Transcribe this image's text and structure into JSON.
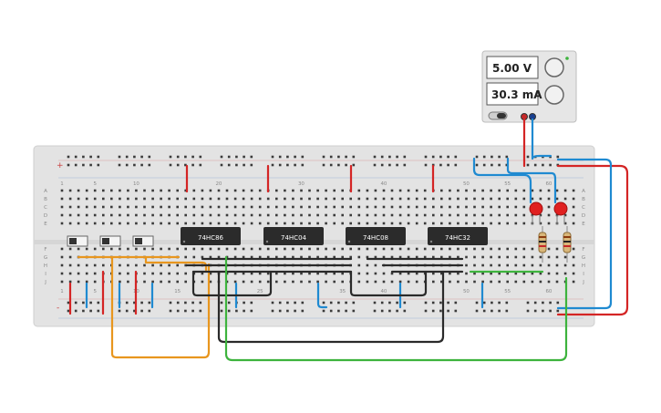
{
  "power_supply": {
    "voltage": "5.00 V",
    "current": "30.3 mA"
  },
  "chips": [
    {
      "label": "74HC86"
    },
    {
      "label": "74HC04"
    },
    {
      "label": "74HC08"
    },
    {
      "label": "74HC32"
    }
  ],
  "breadboard": {
    "column_numbers_top": [
      "1",
      "5",
      "10",
      "20",
      "30",
      "40",
      "50",
      "55",
      "60"
    ],
    "column_numbers_bottom": [
      "1",
      "5",
      "10",
      "15",
      "25",
      "35",
      "40",
      "50",
      "55",
      "60"
    ],
    "row_letters_left_top": [
      "A",
      "B",
      "C",
      "D",
      "E"
    ],
    "row_letters_left_bottom": [
      "F",
      "G",
      "H",
      "I",
      "J"
    ],
    "row_letters_right_top": [
      "A",
      "B",
      "C",
      "D",
      "E"
    ],
    "row_letters_right_bottom": [
      "F",
      "G",
      "H",
      "I",
      "J"
    ],
    "rail_plus": "+",
    "rail_minus": "-"
  },
  "colors": {
    "board": "#e3e3e3",
    "hole": "#3a3a3a",
    "wire_red": "#d42525",
    "wire_blue": "#1f8ad1",
    "wire_orange": "#e8961e",
    "wire_green": "#3db33d",
    "wire_black": "#2a2a2a",
    "chip": "#2b2b2b",
    "led": "#e02020"
  }
}
